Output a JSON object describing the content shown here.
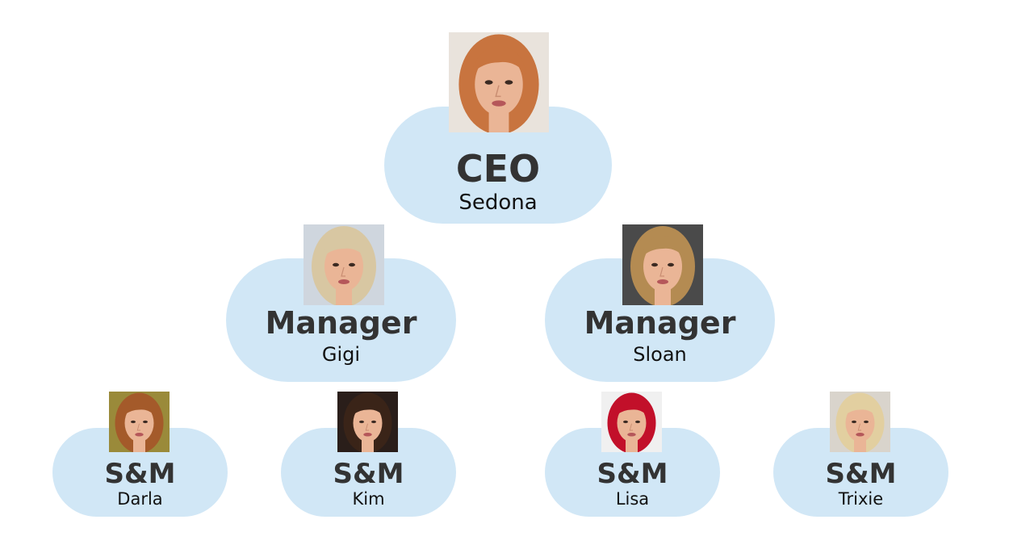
{
  "ceo": {
    "role": "CEO",
    "name": "Sedona",
    "hair_color": "#c8743f",
    "photo_bg": "#e9e3dc",
    "photo_icon": "portrait-photo-icon"
  },
  "managers": [
    {
      "role": "Manager",
      "name": "Gigi",
      "hair_color": "#d8c7a2",
      "photo_bg": "#cfd6de",
      "photo_icon": "portrait-photo-icon"
    },
    {
      "role": "Manager",
      "name": "Sloan",
      "hair_color": "#b48b52",
      "photo_bg": "#4a4a4a",
      "photo_icon": "portrait-photo-icon"
    }
  ],
  "staff": [
    {
      "role": "S&M",
      "name": "Darla",
      "hair_color": "#a45a2a",
      "photo_bg": "#9a8a3a",
      "photo_icon": "portrait-photo-icon"
    },
    {
      "role": "S&M",
      "name": "Kim",
      "hair_color": "#3a2418",
      "photo_bg": "#2a1e1a",
      "photo_icon": "portrait-photo-icon"
    },
    {
      "role": "S&M",
      "name": "Lisa",
      "hair_color": "#c2102a",
      "photo_bg": "#f0f0f0",
      "photo_icon": "portrait-photo-icon"
    },
    {
      "role": "S&M",
      "name": "Trixie",
      "hair_color": "#e2cfa0",
      "photo_bg": "#d9d4cc",
      "photo_icon": "portrait-photo-icon"
    }
  ],
  "colors": {
    "pill": "#d1e7f6",
    "role_text": "#333333",
    "name_text": "#111111",
    "skin": "#eab596"
  }
}
